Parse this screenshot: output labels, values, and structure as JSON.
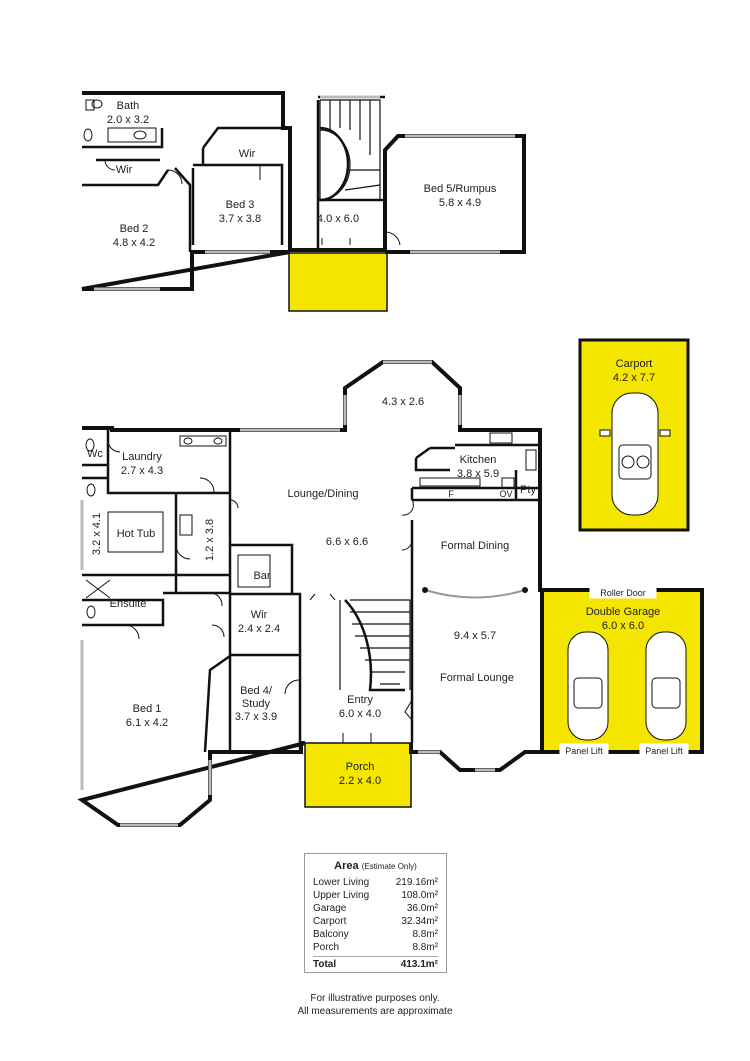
{
  "upper_floor": {
    "rooms": {
      "bath": {
        "name": "Bath",
        "size": "2.0 x 3.2"
      },
      "wir_a": {
        "name": "Wir"
      },
      "bed2": {
        "name": "Bed 2",
        "size": "4.8 x 4.2"
      },
      "wir_b": {
        "name": "Wir"
      },
      "bed3": {
        "name": "Bed 3",
        "size": "3.7 x 3.8"
      },
      "stair_hall": {
        "size": "4.0 x 6.0"
      },
      "bed5": {
        "name": "Bed 5/Rumpus",
        "size": "5.8 x 4.9"
      }
    }
  },
  "ground_floor": {
    "rooms": {
      "bay": {
        "size": "4.3 x 2.6"
      },
      "wc": {
        "name": "Wc"
      },
      "laundry": {
        "name": "Laundry",
        "size": "2.7 x 4.3"
      },
      "kitchen": {
        "name": "Kitchen",
        "size": "3.8 x 5.9"
      },
      "f_mark": {
        "name": "F"
      },
      "ov_mark": {
        "name": "OV"
      },
      "pantry": {
        "name": "Pty"
      },
      "lounge": {
        "name": "Lounge/Dining",
        "size": "6.6 x 6.6"
      },
      "hot_tub": {
        "name": "Hot Tub"
      },
      "tub_dim": {
        "size": "3.2 x 4.1"
      },
      "passage": {
        "size": "1.2 x 3.8"
      },
      "bar": {
        "name": "Bar"
      },
      "formal_dining": {
        "name": "Formal Dining"
      },
      "ensuite": {
        "name": "Ensuite"
      },
      "wir": {
        "name": "Wir",
        "size": "2.4 x 2.4"
      },
      "formal_lounge": {
        "name": "Formal Lounge",
        "size": "9.4 x 5.7"
      },
      "bed1": {
        "name": "Bed 1",
        "size": "6.1 x 4.2"
      },
      "bed4": {
        "name": "Bed 4/",
        "name2": "Study",
        "size": "3.7 x 3.9"
      },
      "entry": {
        "name": "Entry",
        "size": "6.0 x 4.0"
      },
      "porch": {
        "name": "Porch",
        "size": "2.2 x 4.0"
      }
    }
  },
  "carport": {
    "name": "Carport",
    "size": "4.2 x 7.7"
  },
  "garage": {
    "name": "Double Garage",
    "size": "6.0 x 6.0",
    "roller_door": "Roller Door",
    "panel_lift_left": "Panel Lift",
    "panel_lift_right": "Panel Lift"
  },
  "area_table": {
    "title": "Area",
    "note": "(Estimate Only)",
    "rows": [
      {
        "label": "Lower Living",
        "value": "219.16m²"
      },
      {
        "label": "Upper Living",
        "value": "108.0m²"
      },
      {
        "label": "Garage",
        "value": "36.0m²"
      },
      {
        "label": "Carport",
        "value": "32.34m²"
      },
      {
        "label": "Balcony",
        "value": "8.8m²"
      },
      {
        "label": "Porch",
        "value": "8.8m²"
      }
    ],
    "total": {
      "label": "Total",
      "value": "413.1m²"
    }
  },
  "footnote": {
    "line1": "For illustrative purposes only.",
    "line2": "All measurements are approximate"
  },
  "colors": {
    "highlight": "#f5e600",
    "wall": "#111111",
    "window": "#bbbbbb"
  }
}
